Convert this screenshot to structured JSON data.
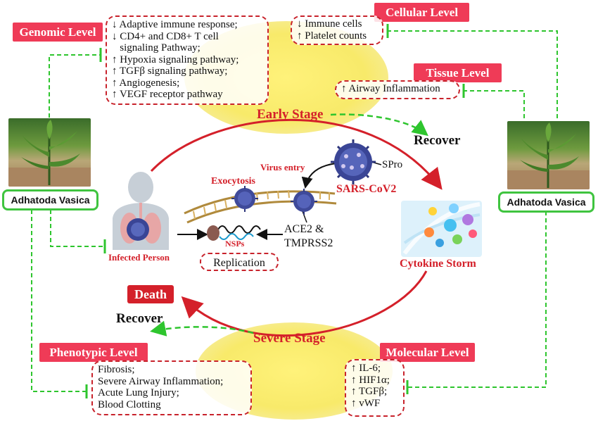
{
  "levels": {
    "genomic": "Genomic Level",
    "cellular": "Cellular Level",
    "tissue": "Tissue Level",
    "phenotypic": "Phenotypic Level",
    "molecular": "Molecular Level"
  },
  "genomic_items": [
    "↓ Adaptive immune response;",
    "↓ CD4+ and CD8+ T cell",
    "   signaling Pathway;",
    "↑ Hypoxia signaling pathway;",
    "↑ TGFβ signaling pathway;",
    "↑ Angiogenesis;",
    "↑ VEGF receptor pathway"
  ],
  "cellular_items": [
    "↓ Immune cells",
    "↑ Platelet counts"
  ],
  "tissue_items": [
    "↑ Airway Inflammation"
  ],
  "phenotypic_items": [
    "Fibrosis;",
    "Severe Airway Inflammation;",
    "Acute Lung Injury;",
    "Blood Clotting"
  ],
  "molecular_items": [
    "↑ IL-6;",
    "↑ HIF1α;",
    "↑ TGFβ;",
    "↑ vWF"
  ],
  "plant": {
    "left_label": "Adhatoda Vasica",
    "right_label": "Adhatoda Vasica"
  },
  "stages": {
    "early": "Early Stage",
    "severe": "Severe Stage"
  },
  "outcomes": {
    "recover_top": "Recover",
    "recover_bottom": "Recover",
    "death": "Death"
  },
  "center": {
    "virus_entry": "Virus entry",
    "exocytosis": "Exocytosis",
    "sars": "SARS-CoV2",
    "spro": "SPro",
    "ace2_line1": "ACE2 &",
    "ace2_line2": "TMPRSS2",
    "nsps": "NSPs",
    "replication": "Replication",
    "infected": "Infected Person",
    "cytokine": "Cytokine Storm"
  },
  "colors": {
    "red": "#d4202a",
    "tag": "#ef3b57",
    "green": "#2ec52e",
    "yellow": "#f8ea6a"
  }
}
